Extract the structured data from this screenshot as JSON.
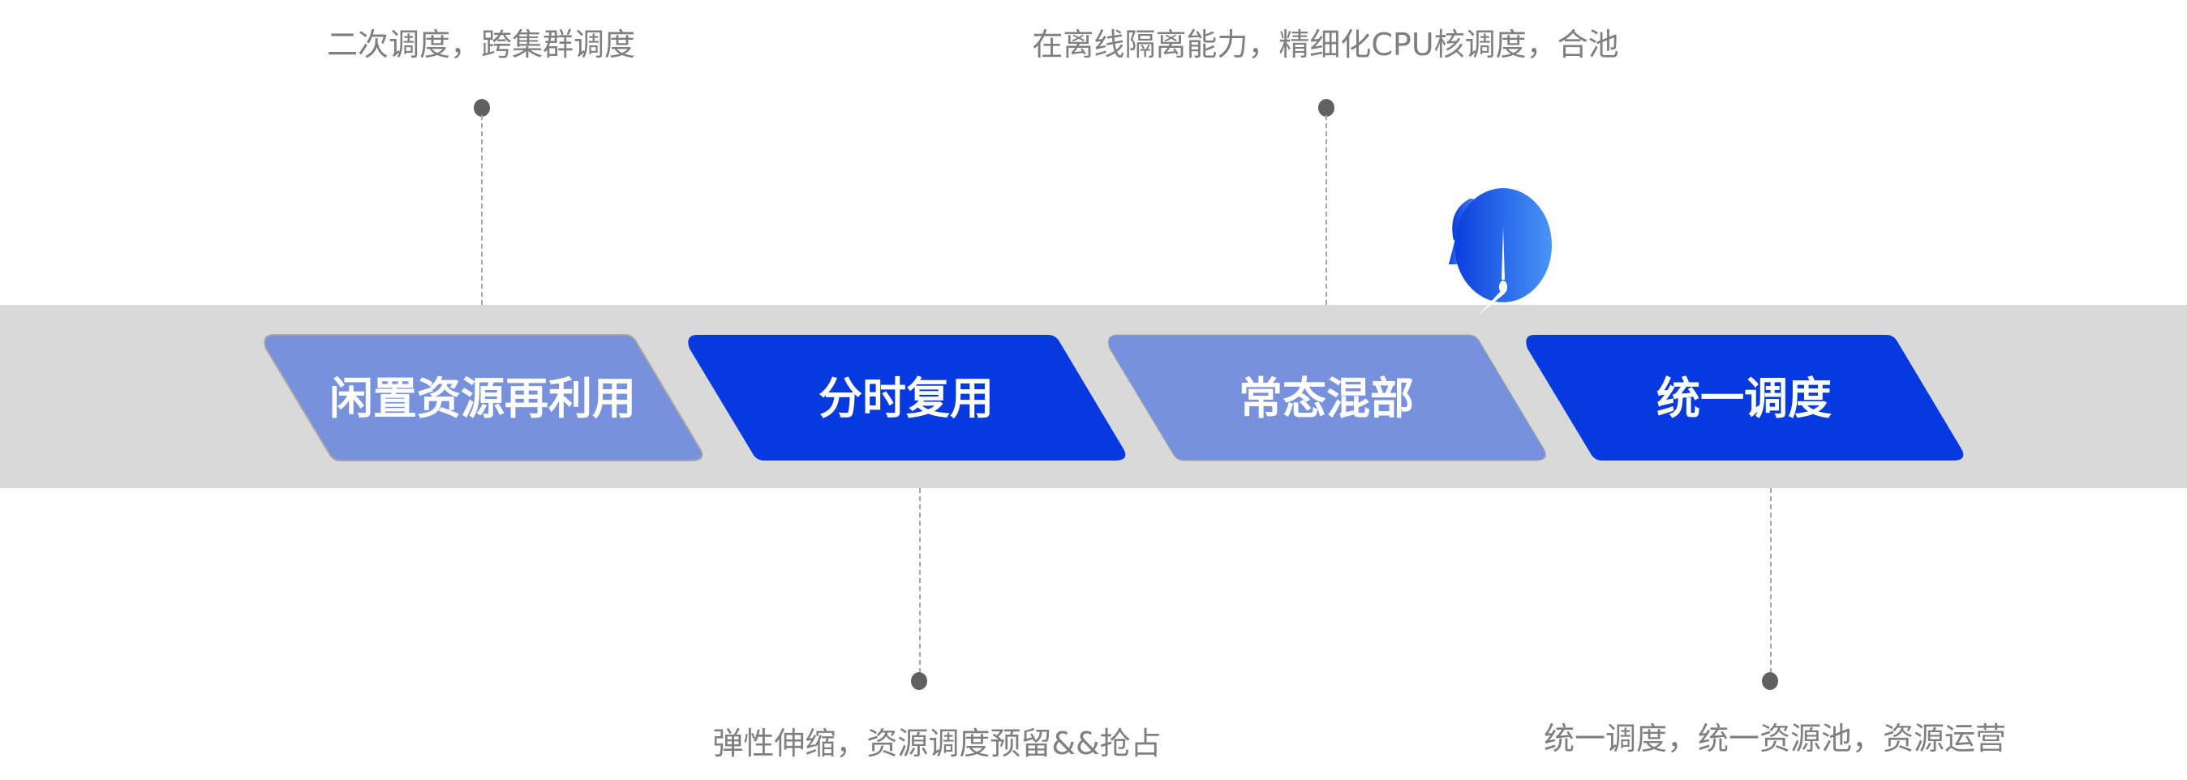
{
  "stages": [
    {
      "label": "闲置资源再利用",
      "color": "#7891dc"
    },
    {
      "label": "分时复用",
      "color": "#0639e0"
    },
    {
      "label": "常态混部",
      "color": "#7891dc"
    },
    {
      "label": "统一调度",
      "color": "#0639e0"
    }
  ],
  "notes": {
    "stage1": "二次调度，跨集群调度",
    "stage2": "弹性伸缩，资源调度预留&&抢占",
    "stage3": "在离线隔离能力，精细化CPU核调度，合池",
    "stage4": "统一调度，统一资源池，资源运营"
  },
  "icons": {
    "current_stage": "alarm-clock-icon"
  },
  "colors": {
    "band": "#d9d9d9",
    "note_text": "#7f7f7f",
    "dot": "#606060"
  }
}
